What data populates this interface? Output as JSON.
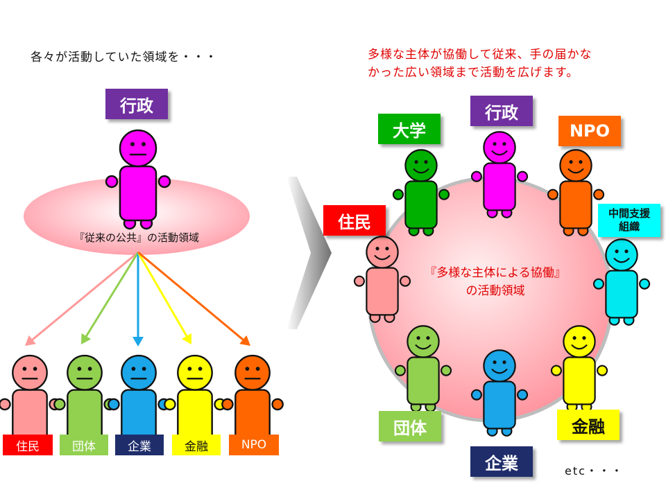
{
  "left": {
    "caption": "各々が活動していた領域を・・・",
    "ellipse_text": "『従来の公共』の活動領域",
    "top_actor": {
      "label": "行政",
      "color": "#ff00ff",
      "label_bg": "#7030a0"
    },
    "actors": [
      {
        "label": "住民",
        "color": "#ff9999",
        "label_bg": "#ff0000"
      },
      {
        "label": "団体",
        "color": "#92d050",
        "label_bg": "#92d050"
      },
      {
        "label": "企業",
        "color": "#1aa6e8",
        "label_bg": "#1f2d6b"
      },
      {
        "label": "金融",
        "color": "#ffff00",
        "label_bg": "#ffff00"
      },
      {
        "label": "NPO",
        "color": "#ff6600",
        "label_bg": "#ff6600"
      }
    ]
  },
  "right": {
    "caption_line1": "多様な主体が協働して従来、手の届かな",
    "caption_line2": "かった広い領域まで活動を広げます。",
    "circle_text_line1": "『多様な主体による協働』",
    "circle_text_line2": "の活動領域",
    "actors": {
      "gyosei": {
        "label": "行政",
        "color": "#ff00ff",
        "label_bg": "#7030a0"
      },
      "daigaku": {
        "label": "大学",
        "color": "#00b000",
        "label_bg": "#00b000"
      },
      "npo": {
        "label": "NPO",
        "color": "#ff6600",
        "label_bg": "#ff6600"
      },
      "jumin": {
        "label": "住民",
        "color": "#ff9999",
        "label_bg": "#ff0000"
      },
      "chukan": {
        "label_line1": "中間支援",
        "label_line2": "組織",
        "color": "#00e8f0",
        "label_bg": "#00ffff"
      },
      "dantai": {
        "label": "団体",
        "color": "#92d050",
        "label_bg": "#92d050"
      },
      "kigyo": {
        "label": "企業",
        "color": "#1aa6e8",
        "label_bg": "#1f2d6b"
      },
      "kinyu": {
        "label": "金融",
        "color": "#ffff00",
        "label_bg": "#ffff00"
      }
    },
    "etc": "etc・・・"
  }
}
